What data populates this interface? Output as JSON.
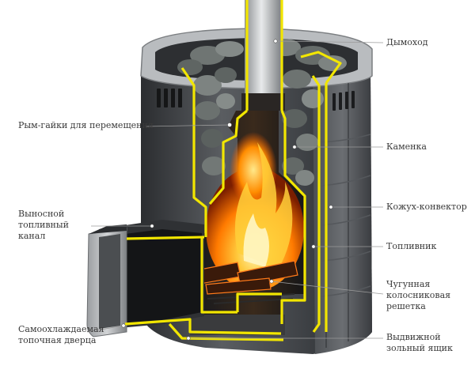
{
  "labels": {
    "chimney": "Дымоход",
    "stones": "Каменка",
    "casing": "Кожух-конвектор",
    "firebox": "Топливник",
    "grate_line1": "Чугунная",
    "grate_line2": "колосниковая",
    "grate_line3": "решетка",
    "ashpan_line1": "Выдвижной",
    "ashpan_line2": "зольный ящик",
    "nuts": "Рым-гайки для перемещения",
    "channel_line1": "Выносной",
    "channel_line2": "топливный",
    "channel_line3": "канал",
    "door_line1": "Самоохлаждаемая",
    "door_line2": "топочная дверца"
  },
  "colors": {
    "accent_yellow": "#f2e600",
    "body_dark": "#3d3f42",
    "body_mid": "#6a6d70",
    "steel": "#c9ccce",
    "fire_orange": "#ff8a00",
    "fire_yellow": "#ffd640",
    "leader_line": "#9a9a9a"
  }
}
